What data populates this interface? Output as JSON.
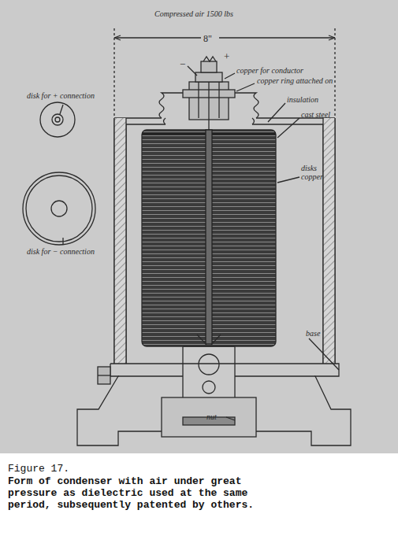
{
  "diagram": {
    "title": "Figure 17.",
    "caption": "Form of condenser with air under great pressure as dielectric used at the same period, subsequently patented by others.",
    "labels": [
      "Compressed air 1500 lbs",
      "8\"",
      "+",
      "−",
      "copper for conductor",
      "copper ring attached on",
      "insulation",
      "cast steel",
      "disks copper",
      "base",
      "nut",
      "disk for + connection",
      "disk for − connection"
    ]
  }
}
